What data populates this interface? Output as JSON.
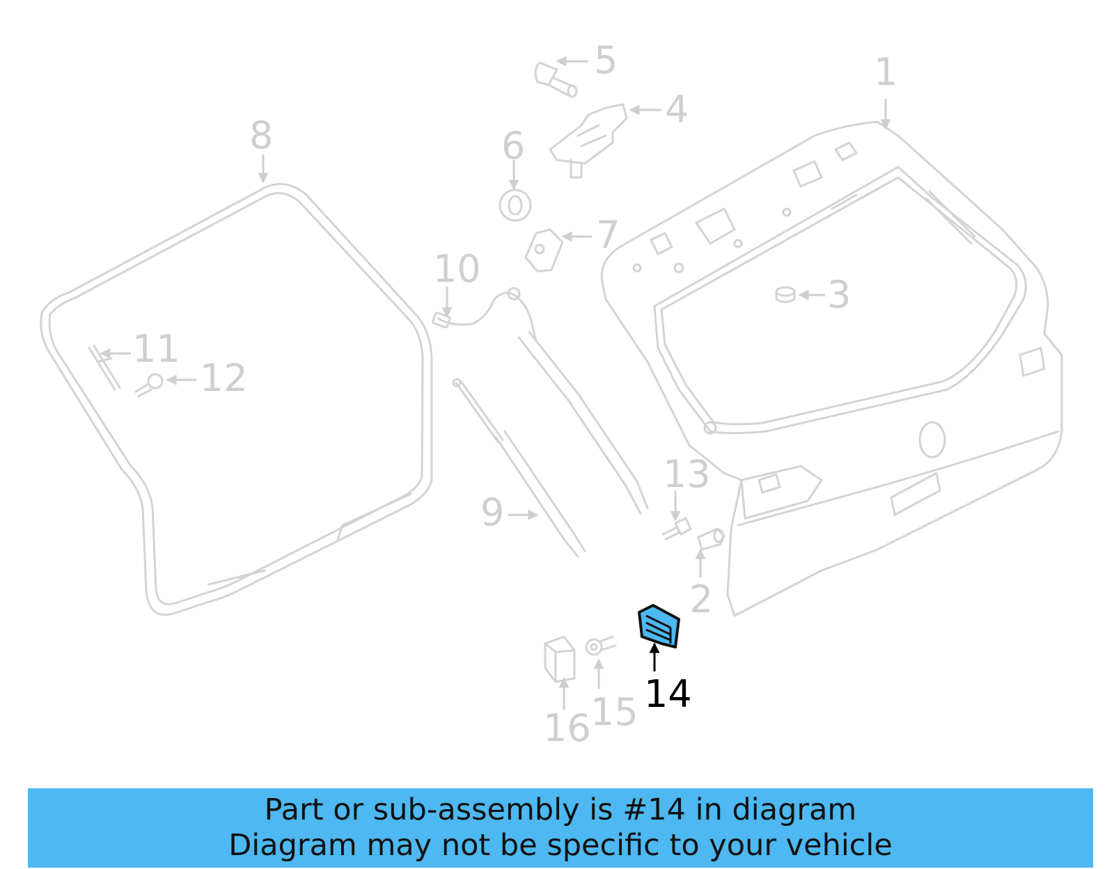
{
  "callouts": {
    "c1": "1",
    "c2": "2",
    "c3": "3",
    "c4": "4",
    "c5": "5",
    "c6": "6",
    "c7": "7",
    "c8": "8",
    "c9": "9",
    "c10": "10",
    "c11": "11",
    "c12": "12",
    "c13": "13",
    "c14": "14",
    "c15": "15",
    "c16": "16"
  },
  "highlighted_part": "14",
  "colors": {
    "highlight_fill": "#4db8f1",
    "banner_bg": "#4db8f1",
    "part_stroke": "#d3d3d3",
    "callout_gray": "#cfcfcf"
  },
  "banner": {
    "line1": "Part or sub-assembly is #14 in diagram",
    "line2": "Diagram may not be specific to your vehicle"
  }
}
